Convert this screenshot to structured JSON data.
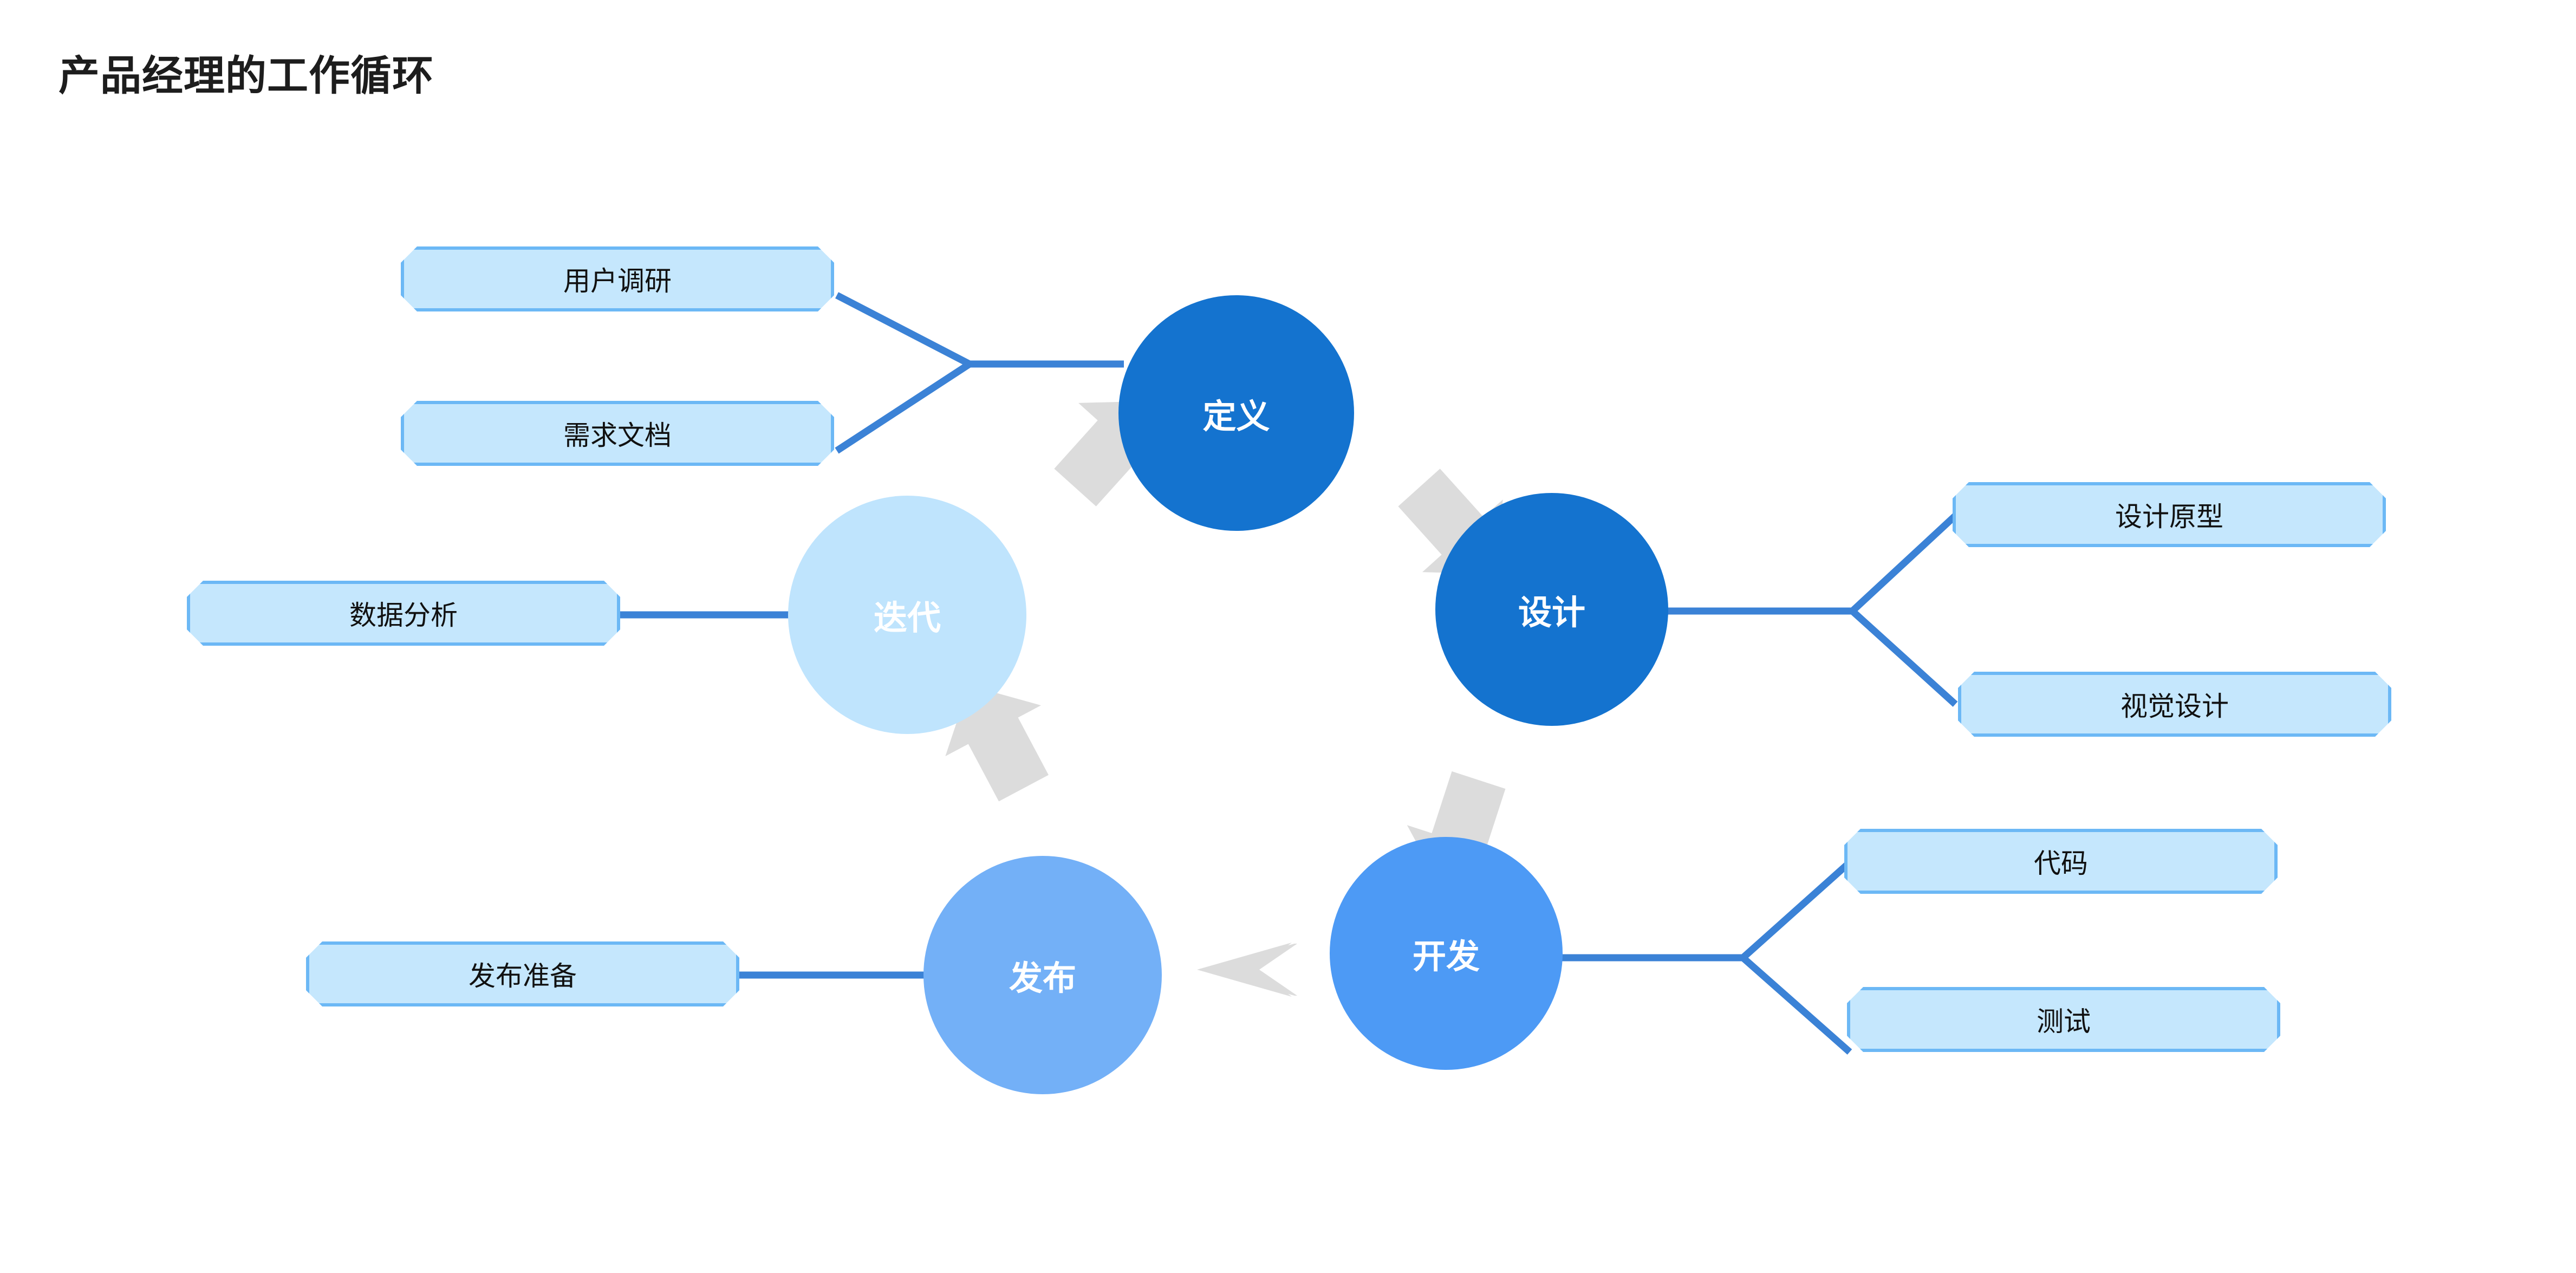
{
  "title": "产品经理的工作循环",
  "colors": {
    "background": "#ffffff",
    "title_text": "#1d1d1d",
    "connector_line": "#3b82d6",
    "arrow_fill": "#dcdcdc",
    "leaf_fill": "#c5e7fd",
    "leaf_border": "#6cb8f5",
    "leaf_text": "#111111",
    "circle_define": "#1473cf",
    "circle_design": "#1473cf",
    "circle_develop": "#4d9af5",
    "circle_release": "#73b0f7",
    "circle_iterate": "#bfe4fd",
    "circle_text": "#ffffff"
  },
  "cycle": {
    "nodes": [
      {
        "id": "define",
        "label": "定义",
        "order": 1
      },
      {
        "id": "design",
        "label": "设计",
        "order": 2
      },
      {
        "id": "develop",
        "label": "开发",
        "order": 3
      },
      {
        "id": "release",
        "label": "发布",
        "order": 4
      },
      {
        "id": "iterate",
        "label": "迭代",
        "order": 5
      }
    ],
    "flow": [
      "定义",
      "设计",
      "开发",
      "发布",
      "迭代",
      "定义"
    ]
  },
  "leaves": {
    "define": [
      {
        "label": "用户调研"
      },
      {
        "label": "需求文档"
      }
    ],
    "design": [
      {
        "label": "设计原型"
      },
      {
        "label": "视觉设计"
      }
    ],
    "develop": [
      {
        "label": "代码"
      },
      {
        "label": "测试"
      }
    ],
    "release": [
      {
        "label": "发布准备"
      }
    ],
    "iterate": [
      {
        "label": "数据分析"
      }
    ]
  },
  "arrows": [
    {
      "from": "定义",
      "to": "设计",
      "direction": "down-right"
    },
    {
      "from": "设计",
      "to": "开发",
      "direction": "down-left"
    },
    {
      "from": "开发",
      "to": "发布",
      "direction": "left"
    },
    {
      "from": "发布",
      "to": "迭代",
      "direction": "up-left"
    },
    {
      "from": "迭代",
      "to": "定义",
      "direction": "up-right"
    }
  ]
}
